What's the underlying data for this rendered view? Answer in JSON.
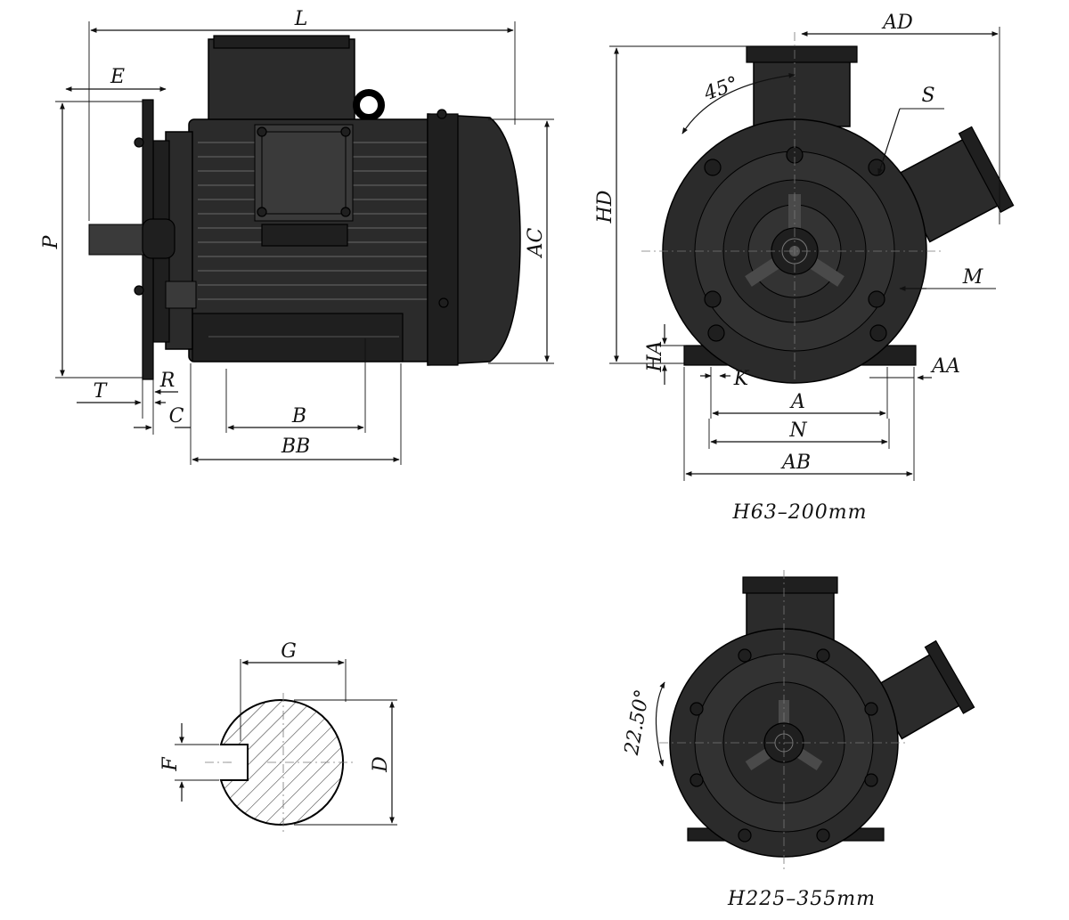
{
  "labels": {
    "L": "L",
    "E": "E",
    "P": "P",
    "T": "T",
    "R": "R",
    "C": "C",
    "B": "B",
    "BB": "BB",
    "AC": "AC",
    "AD": "AD",
    "HD": "HD",
    "S": "S",
    "M": "M",
    "HA": "HA",
    "K": "K",
    "AA": "AA",
    "A": "A",
    "N": "N",
    "AB": "AB",
    "G": "G",
    "F": "F",
    "D": "D",
    "angle45": "45°",
    "angle2250": "22.50°"
  },
  "captions": {
    "small_frame": "H63–200mm",
    "large_frame": "H225–355mm"
  }
}
